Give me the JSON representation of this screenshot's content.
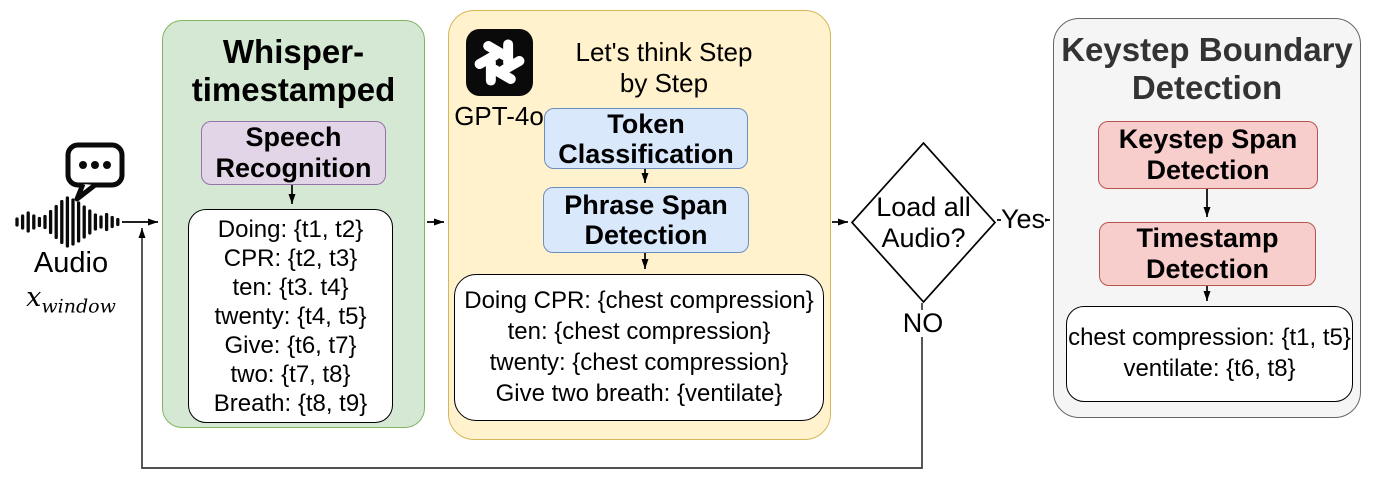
{
  "audio": {
    "label": "Audio",
    "var_base": "x",
    "var_sub": "window"
  },
  "whisper": {
    "title": "Whisper-timestamped",
    "module": "Speech Recognition",
    "output_lines": [
      "Doing: {t1, t2}",
      "CPR: {t2, t3}",
      "ten: {t3. t4}",
      "twenty: {t4, t5}",
      "Give: {t6, t7}",
      "two: {t7, t8}",
      "Breath: {t8, t9}"
    ]
  },
  "gpt": {
    "model_label": "GPT-4o",
    "prompt": "Let's think Step by Step",
    "module_token": "Token Classification",
    "module_phrase": "Phrase Span Detection",
    "output_lines": [
      "Doing CPR: {chest compression}",
      "ten: {chest compression}",
      "twenty: {chest compression}",
      "Give two breath: {ventilate}"
    ]
  },
  "decision": {
    "question": "Load all Audio?",
    "yes": "Yes",
    "no": "NO"
  },
  "keystep": {
    "title": "Keystep Boundary Detection",
    "module_span": "Keystep Span Detection",
    "module_timestamp": "Timestamp Detection",
    "output_lines": [
      "chest compression: {t1, t5}",
      "ventilate: {t6, t8}"
    ]
  },
  "icons": {
    "audio": "speech-bubble-waveform-icon",
    "gpt": "openai-logo-icon"
  },
  "colors": {
    "green_fill": "#d5e8d4",
    "green_stroke": "#82b366",
    "purple_fill": "#e1d5e7",
    "purple_stroke": "#9673a6",
    "yellow_fill": "#fff2cc",
    "yellow_stroke": "#d6b656",
    "blue_fill": "#dae8fc",
    "blue_stroke": "#6c8ebf",
    "red_fill": "#f8cecc",
    "red_stroke": "#b85450",
    "gray_fill": "#f5f5f5",
    "gray_stroke": "#666666"
  }
}
